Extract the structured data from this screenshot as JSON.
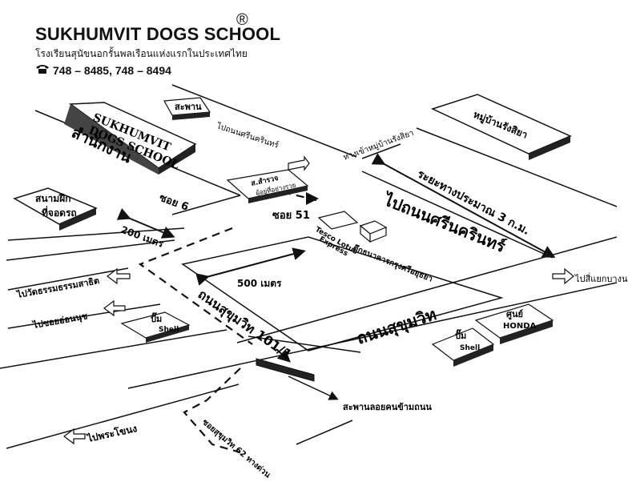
{
  "header": {
    "title": "SUKHUMVIT DOGS SCHOOL",
    "registered": "®",
    "subtitle": "โรงเรียนสุนัขนอกรั้นพลเรือนแห่งแรกในประเทศไทย",
    "phone_icon": "telephone-icon",
    "phone": "748 – 8485, 748 – 8494"
  },
  "labels": {
    "office_building_en": "SUKHUMVIT\nDOGS SCHOOL",
    "office_building_th": "สำนักงาน",
    "bridge_top": "สะพาน",
    "to_srinakarin": "ไปถนนศรีนครินทร์",
    "police_box_1": "ส.สำรวจ",
    "police_box_2": "ผู้อยู่ที่อย่างรวย",
    "training_field_1": "สนามฝึก",
    "training_field_2": "ที่จอดรถ",
    "soi6": "ซอย 6",
    "soi51": "ซอย 51",
    "dist_200": "200 เมตร",
    "dist_500": "500 เมตร",
    "to_srinakarin_big": "ไปถนนศรีนครินทร์",
    "tesco_1": "Tesco Lotus",
    "tesco_2": "Express",
    "sino_building": "ตึกธนาคารกรุงศรีอยุธยา",
    "village_top": "หมู่บ้านรังสิยา",
    "village_road": "ทางเข้าหมู่บ้านรังสิยา",
    "distance_3km": "ระยะทางประมาณ 3 ก.ม.",
    "to_bangna": "ไปสี่แยกบางนา",
    "to_wat_dhamma": "ไปวัดธรรมธรรมสาธิต",
    "to_on_nut": "ไปซอยอ่อนนุช",
    "shell_left_1": "ปั๊ม",
    "shell_left_2": "Shell",
    "sukhumvit_101": "ถนนสุขุมวิท 101/1",
    "sukhumvit_road": "ถนนสุขุมวิท",
    "shell_right_1": "ปั๊ม",
    "shell_right_2": "Shell",
    "honda_1": "ศูนย์",
    "honda_2": "HONDA",
    "footbridge": "สะพานลอยคนข้ามถนน",
    "to_phra_khanong": "ไปพระโขนง",
    "soi62": "ซอยสุขุมวิท 62 ทางด่วน"
  }
}
